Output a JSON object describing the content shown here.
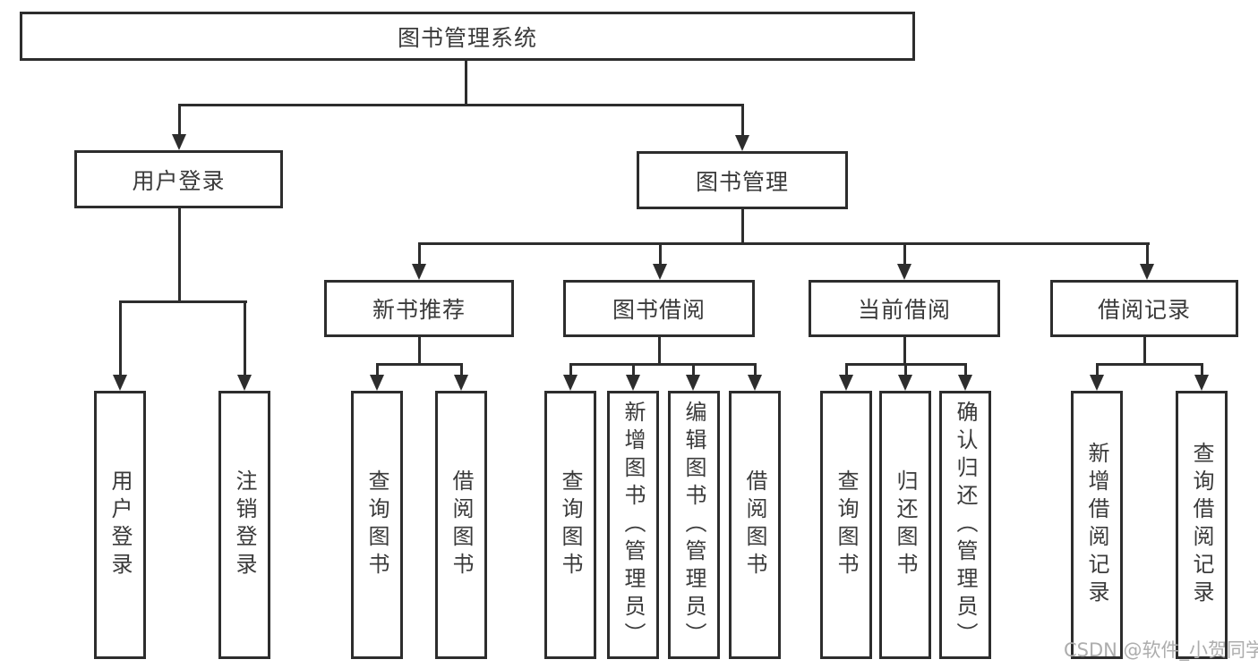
{
  "diagram": {
    "title": "图书管理系统",
    "root": "图书管理系统",
    "level2": {
      "user_login_group": "用户登录",
      "book_mgmt": "图书管理"
    },
    "level3": {
      "new_book_rec": "新书推荐",
      "book_borrow": "图书借阅",
      "current_borrow": "当前借阅",
      "borrow_record": "借阅记录"
    },
    "leaves": {
      "user_login": "用户登录",
      "logout": "注销登录",
      "rec_query": "查询图书",
      "rec_borrow": "借阅图书",
      "bb_query": "查询图书",
      "bb_add": "新增图书（管理员）",
      "bb_edit": "编辑图书（管理员）",
      "bb_borrow": "借阅图书",
      "cb_query": "查询图书",
      "cb_return": "归还图书",
      "cb_confirm": "确认归还（管理员）",
      "br_add": "新增借阅记录",
      "br_query": "查询借阅记录"
    }
  },
  "watermark": "CSDN @软件_小贺同学",
  "colors": {
    "line": "#2d2d2d",
    "text": "#3a3a3a",
    "watermark": "#adadad",
    "background": "#ffffff"
  }
}
